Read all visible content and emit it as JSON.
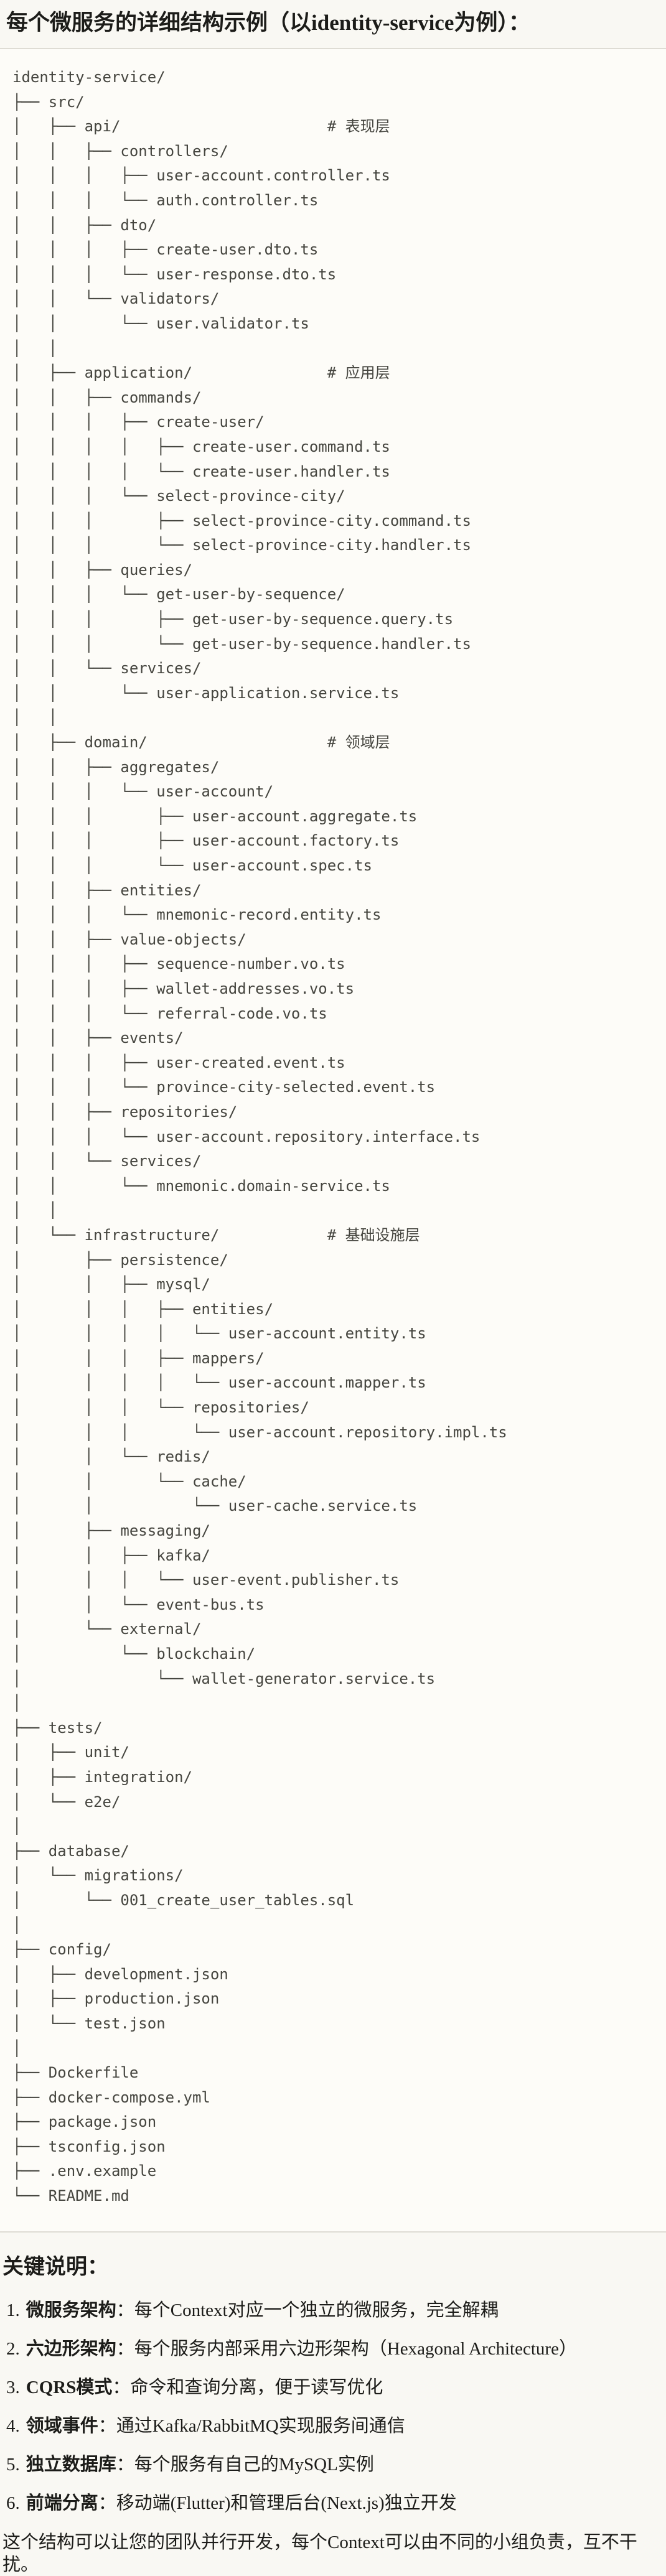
{
  "page": {
    "title": "每个微服务的详细结构示例（以identity-service为例）：",
    "footer": "这个结构可以让您的团队并行开发，每个Context可以由不同的小组负责，互不干扰。"
  },
  "colors": {
    "page_bg": "#f9f8f3",
    "code_bg": "#fdfcf8",
    "border": "#dedcd4",
    "code_text": "#45453f",
    "text": "#1c1c19"
  },
  "code_block": {
    "lines": [
      "identity-service/",
      "├── src/",
      "│   ├── api/                       # 表现层",
      "│   │   ├── controllers/",
      "│   │   │   ├── user-account.controller.ts",
      "│   │   │   └── auth.controller.ts",
      "│   │   ├── dto/",
      "│   │   │   ├── create-user.dto.ts",
      "│   │   │   └── user-response.dto.ts",
      "│   │   └── validators/",
      "│   │       └── user.validator.ts",
      "│   │",
      "│   ├── application/               # 应用层",
      "│   │   ├── commands/",
      "│   │   │   ├── create-user/",
      "│   │   │   │   ├── create-user.command.ts",
      "│   │   │   │   └── create-user.handler.ts",
      "│   │   │   └── select-province-city/",
      "│   │   │       ├── select-province-city.command.ts",
      "│   │   │       └── select-province-city.handler.ts",
      "│   │   ├── queries/",
      "│   │   │   └── get-user-by-sequence/",
      "│   │   │       ├── get-user-by-sequence.query.ts",
      "│   │   │       └── get-user-by-sequence.handler.ts",
      "│   │   └── services/",
      "│   │       └── user-application.service.ts",
      "│   │",
      "│   ├── domain/                    # 领域层",
      "│   │   ├── aggregates/",
      "│   │   │   └── user-account/",
      "│   │   │       ├── user-account.aggregate.ts",
      "│   │   │       ├── user-account.factory.ts",
      "│   │   │       └── user-account.spec.ts",
      "│   │   ├── entities/",
      "│   │   │   └── mnemonic-record.entity.ts",
      "│   │   ├── value-objects/",
      "│   │   │   ├── sequence-number.vo.ts",
      "│   │   │   ├── wallet-addresses.vo.ts",
      "│   │   │   └── referral-code.vo.ts",
      "│   │   ├── events/",
      "│   │   │   ├── user-created.event.ts",
      "│   │   │   └── province-city-selected.event.ts",
      "│   │   ├── repositories/",
      "│   │   │   └── user-account.repository.interface.ts",
      "│   │   └── services/",
      "│   │       └── mnemonic.domain-service.ts",
      "│   │",
      "│   └── infrastructure/            # 基础设施层",
      "│       ├── persistence/",
      "│       │   ├── mysql/",
      "│       │   │   ├── entities/",
      "│       │   │   │   └── user-account.entity.ts",
      "│       │   │   ├── mappers/",
      "│       │   │   │   └── user-account.mapper.ts",
      "│       │   │   └── repositories/",
      "│       │   │       └── user-account.repository.impl.ts",
      "│       │   └── redis/",
      "│       │       └── cache/",
      "│       │           └── user-cache.service.ts",
      "│       ├── messaging/",
      "│       │   ├── kafka/",
      "│       │   │   └── user-event.publisher.ts",
      "│       │   └── event-bus.ts",
      "│       └── external/",
      "│           └── blockchain/",
      "│               └── wallet-generator.service.ts",
      "│",
      "├── tests/",
      "│   ├── unit/",
      "│   ├── integration/",
      "│   └── e2e/",
      "│",
      "├── database/",
      "│   └── migrations/",
      "│       └── 001_create_user_tables.sql",
      "│",
      "├── config/",
      "│   ├── development.json",
      "│   ├── production.json",
      "│   └── test.json",
      "│",
      "├── Dockerfile",
      "├── docker-compose.yml",
      "├── package.json",
      "├── tsconfig.json",
      "├── .env.example",
      "└── README.md"
    ]
  },
  "notes": {
    "heading": "关键说明：",
    "items": [
      {
        "num": "1.",
        "term": "微服务架构",
        "desc": "：每个Context对应一个独立的微服务，完全解耦"
      },
      {
        "num": "2.",
        "term": "六边形架构",
        "desc": "：每个服务内部采用六边形架构（Hexagonal Architecture）"
      },
      {
        "num": "3.",
        "term": "CQRS模式",
        "desc": "：命令和查询分离，便于读写优化"
      },
      {
        "num": "4.",
        "term": "领域事件",
        "desc": "：通过Kafka/RabbitMQ实现服务间通信"
      },
      {
        "num": "5.",
        "term": "独立数据库",
        "desc": "：每个服务有自己的MySQL实例"
      },
      {
        "num": "6.",
        "term": "前端分离",
        "desc": "：移动端(Flutter)和管理后台(Next.js)独立开发"
      }
    ]
  }
}
